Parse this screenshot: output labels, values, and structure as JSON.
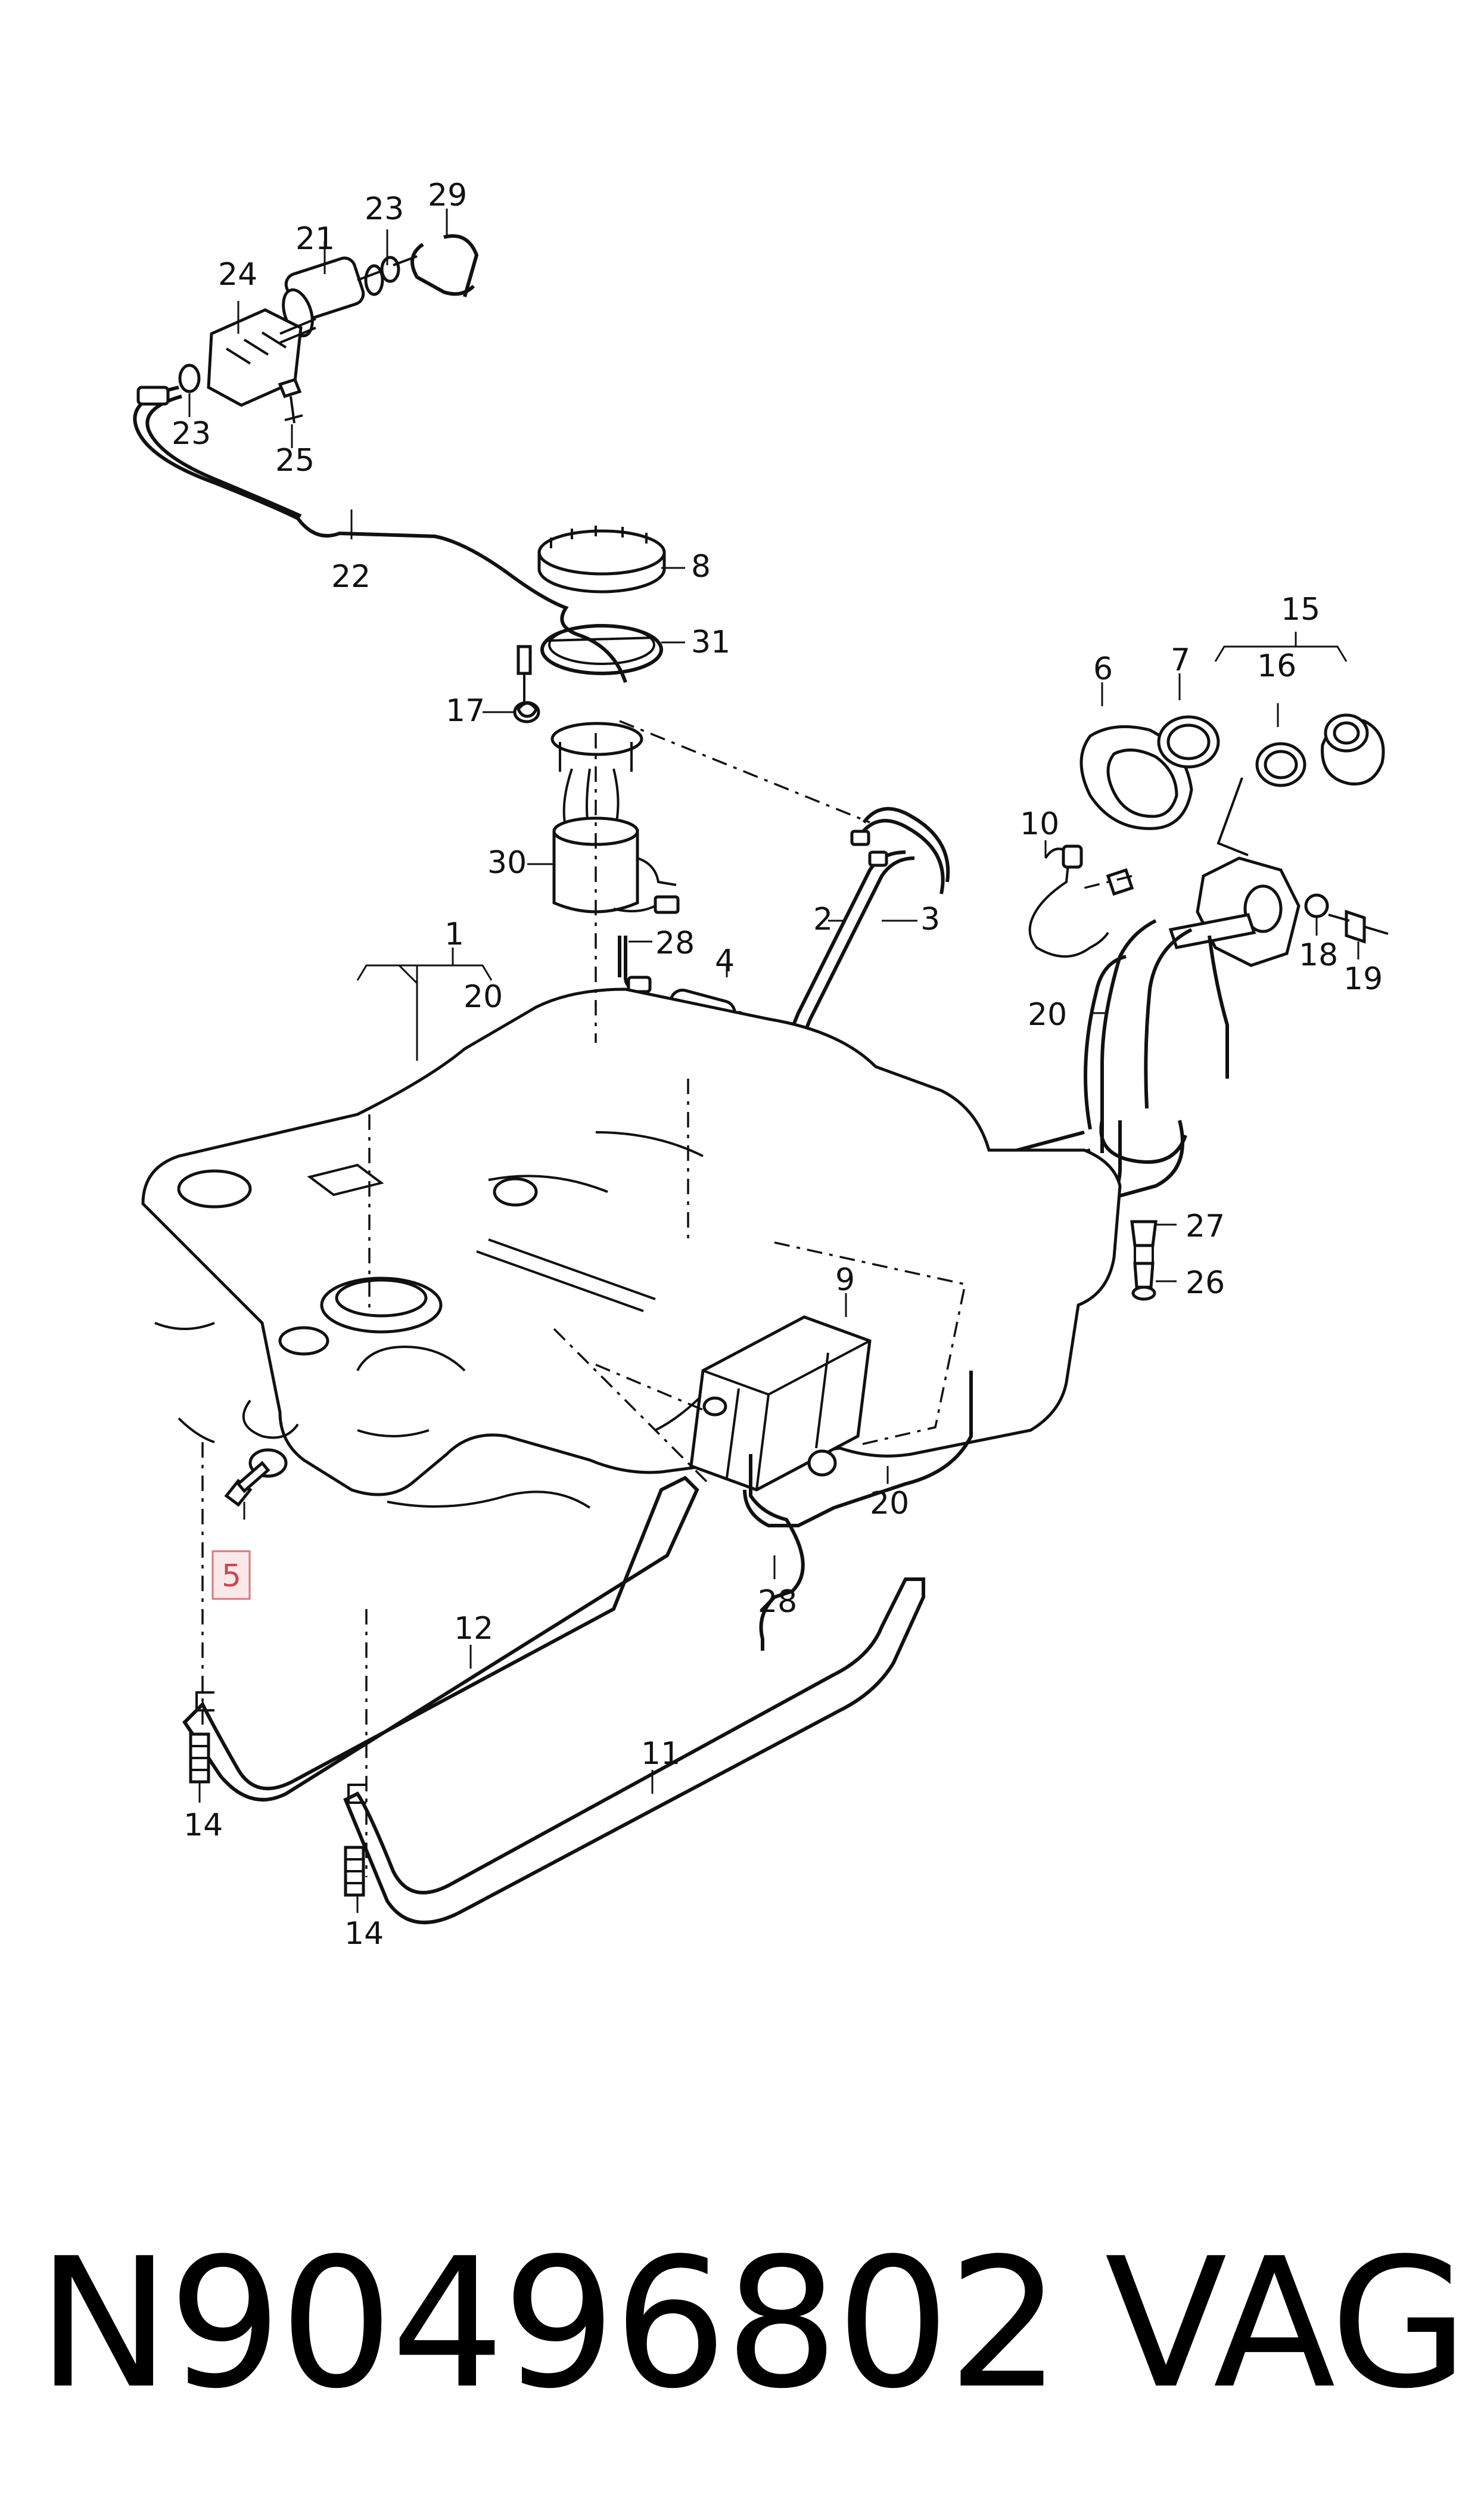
{
  "callouts": {
    "c1": "1",
    "c2": "2",
    "c3": "3",
    "c4": "4",
    "c5": "5",
    "c6": "6",
    "c7": "7",
    "c8": "8",
    "c9": "9",
    "c10": "10",
    "c11": "11",
    "c12": "12",
    "c14a": "14",
    "c14b": "14",
    "c15": "15",
    "c16": "16",
    "c17": "17",
    "c18": "18",
    "c19": "19",
    "c20a": "20",
    "c20b": "20",
    "c20c": "20",
    "c21": "21",
    "c22": "22",
    "c23a": "23",
    "c23b": "23",
    "c24": "24",
    "c25": "25",
    "c26": "26",
    "c27": "27",
    "c28a": "28",
    "c28b": "28",
    "c29": "29",
    "c30": "30",
    "c31": "31"
  },
  "highlighted_callout": "5",
  "footer": {
    "part_number": "N90496802",
    "brand": "VAG"
  },
  "colors": {
    "line": "#111111",
    "highlight_fill": "#fbe9ea",
    "highlight_stroke": "#d9777c",
    "highlight_text": "#c7494f"
  }
}
